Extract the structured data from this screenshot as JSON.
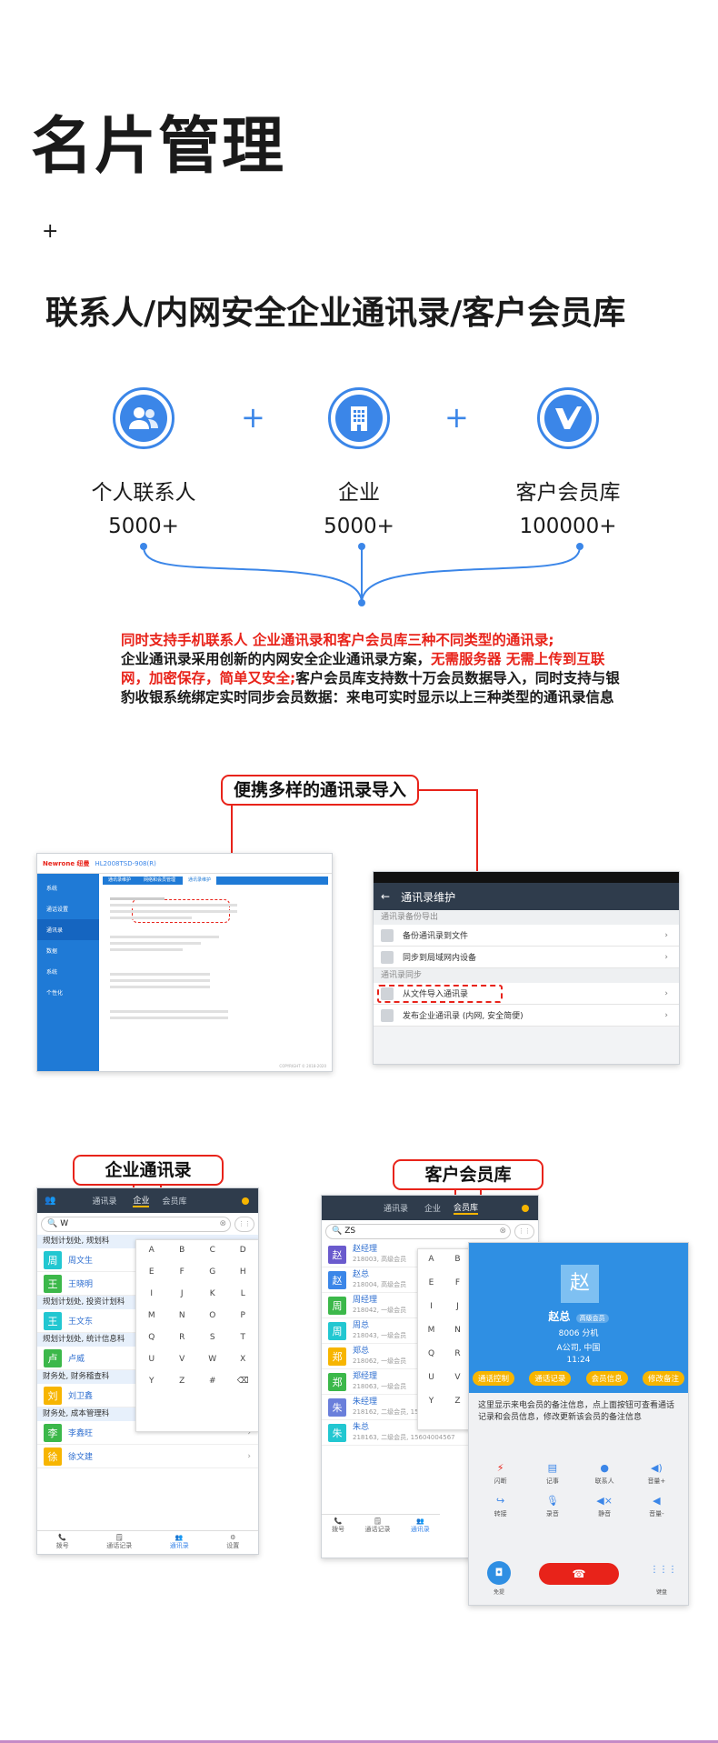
{
  "page": {
    "title": "名片管理",
    "plus_mark": "+",
    "subtitle": "联系人/内网安全企业通讯录/客户会员库"
  },
  "categories": [
    {
      "name": "个人联系人",
      "count": "5000+",
      "icon": "users-icon"
    },
    {
      "name": "企业",
      "count": "5000+",
      "icon": "building-icon"
    },
    {
      "name": "客户会员库",
      "count": "100000+",
      "icon": "v-logo-icon"
    }
  ],
  "plus_sign": "+",
  "description": {
    "red1": "同时支持手机联系人 企业通讯录和客户会员库三种不同类型的通讯录;",
    "black1": "企业通讯录采用创新的内网安全企业通讯录方案，",
    "red2": "无需服务器 无需上传到互联网，加密保存，简单又安全;",
    "black2": "客户会员库支持数十万会员数据导入，同时支持与银豹收银系统绑定实时同步会员数据：来电可实时显示以上三种类型的通讯录信息"
  },
  "callouts": {
    "import": "便携多样的通讯录导入",
    "enterprise": "企业通讯录",
    "member": "客户会员库"
  },
  "web_admin": {
    "brand": "Newrone 纽曼",
    "model": "HL2008TSD-908(R)",
    "tabs": [
      "通讯录维护",
      "网络和会员管理",
      "通讯录维护"
    ],
    "side_items": [
      "系统",
      "通话设置",
      "通讯录",
      "数据",
      "系统",
      "个性化"
    ],
    "footer": "COPYRIGHT © 2018-2020"
  },
  "maint": {
    "title": "通讯录维护",
    "section1": "通讯录备份导出",
    "rows1": [
      "备份通讯录到文件",
      "同步到局域网内设备"
    ],
    "section2": "通讯录同步",
    "rows2": [
      "从文件导入通讯录",
      "发布企业通讯录 (内网, 安全简便)"
    ]
  },
  "ent_app": {
    "tabs": [
      "通讯录",
      "企业",
      "会员库"
    ],
    "search_value": "W",
    "letters": [
      "A",
      "B",
      "C",
      "D",
      "E",
      "F",
      "G",
      "H",
      "I",
      "J",
      "K",
      "L",
      "M",
      "N",
      "O",
      "P",
      "Q",
      "R",
      "S",
      "T",
      "U",
      "V",
      "W",
      "X",
      "Y",
      "Z",
      "#",
      "⌫"
    ],
    "rows": [
      {
        "type": "sect",
        "text": "规划计划处, 规划科"
      },
      {
        "type": "contact",
        "av": "周",
        "name": "周文生",
        "color": "#22c7d1"
      },
      {
        "type": "contact",
        "av": "王",
        "name": "王晓明",
        "color": "#3cb84a"
      },
      {
        "type": "sect",
        "text": "规划计划处, 投资计划科"
      },
      {
        "type": "contact",
        "av": "王",
        "name": "王文东",
        "color": "#22c7d1"
      },
      {
        "type": "sect",
        "text": "规划计划处, 统计信息科"
      },
      {
        "type": "contact",
        "av": "卢",
        "name": "卢威",
        "color": "#3cb84a"
      },
      {
        "type": "sect",
        "text": "财务处, 财务稽查科"
      },
      {
        "type": "contact",
        "av": "刘",
        "name": "刘卫鑫",
        "color": "#f7b500"
      },
      {
        "type": "sect",
        "text": "财务处, 成本管理科"
      },
      {
        "type": "contact",
        "av": "李",
        "name": "李鑫旺",
        "color": "#3cb84a"
      },
      {
        "type": "contact",
        "av": "徐",
        "name": "徐文建",
        "color": "#f7b500"
      }
    ],
    "nav": [
      "拨号",
      "通话记录",
      "通讯录",
      "设置"
    ]
  },
  "mem_app": {
    "tabs": [
      "通讯录",
      "企业",
      "会员库"
    ],
    "search_value": "ZS",
    "letters": [
      "A",
      "B",
      "E",
      "F",
      "I",
      "J",
      "M",
      "N",
      "Q",
      "R",
      "U",
      "V",
      "Y",
      "Z"
    ],
    "contacts": [
      {
        "av": "赵",
        "name": "赵经理",
        "sub": "218003, 高级会员",
        "color": "#6a5acd"
      },
      {
        "av": "赵",
        "name": "赵总",
        "sub": "218004, 高级会员",
        "color": "#3b86e8"
      },
      {
        "av": "周",
        "name": "周经理",
        "sub": "218042, 一级会员",
        "color": "#3cb84a"
      },
      {
        "av": "周",
        "name": "周总",
        "sub": "218043, 一级会员",
        "color": "#22c7d1"
      },
      {
        "av": "郑",
        "name": "郑总",
        "sub": "218062, 一级会员",
        "color": "#f7b500"
      },
      {
        "av": "郑",
        "name": "郑经理",
        "sub": "218063, 一级会员",
        "color": "#3cb84a"
      },
      {
        "av": "朱",
        "name": "朱经理",
        "sub": "218162, 二级会员, 15603003456",
        "color": "#6a7fdb"
      },
      {
        "av": "朱",
        "name": "朱总",
        "sub": "218163, 二级会员, 15604004567",
        "color": "#22c7d1"
      }
    ],
    "nav": [
      "拨号",
      "通话记录",
      "通讯录"
    ]
  },
  "call_panel": {
    "avatar": "赵",
    "name": "赵总",
    "badge": "高级会员",
    "ext": "8006 分机",
    "company": "A公司, 中国",
    "time": "11:24",
    "buttons": [
      "通话控制",
      "通话记录",
      "会员信息",
      "修改备注"
    ],
    "note": "这里显示来电会员的备注信息，点上面按钮可查看通话记录和会员信息，修改更新该会员的备注信息",
    "actions": [
      "闪断",
      "记事",
      "联系人",
      "音量+",
      "转接",
      "录音",
      "静音",
      "音量-"
    ],
    "bottom": [
      "免提",
      "键盘"
    ]
  },
  "colors": {
    "accent": "#3b86e8",
    "red": "#e8231a",
    "yellow": "#f7b500",
    "dark": "#2f3c4c"
  }
}
